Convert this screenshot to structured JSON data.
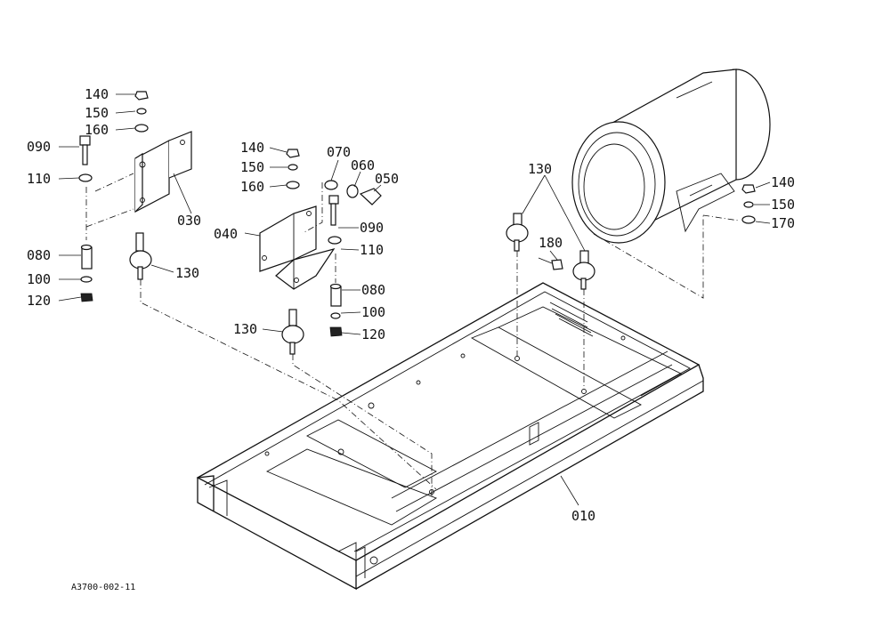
{
  "drawing_id": "A3700-002-11",
  "callouts": {
    "c010": "010",
    "c030": "030",
    "c040": "040",
    "c050": "050",
    "c060": "060",
    "c070": "070",
    "c080a": "080",
    "c080b": "080",
    "c090a": "090",
    "c090b": "090",
    "c100a": "100",
    "c100b": "100",
    "c110a": "110",
    "c110b": "110",
    "c120a": "120",
    "c120b": "120",
    "c130a": "130",
    "c130b": "130",
    "c130c": "130",
    "c140a": "140",
    "c140b": "140",
    "c140c": "140",
    "c150a": "150",
    "c150b": "150",
    "c150c": "150",
    "c160a": "160",
    "c160b": "160",
    "c170": "170",
    "c180": "180"
  }
}
